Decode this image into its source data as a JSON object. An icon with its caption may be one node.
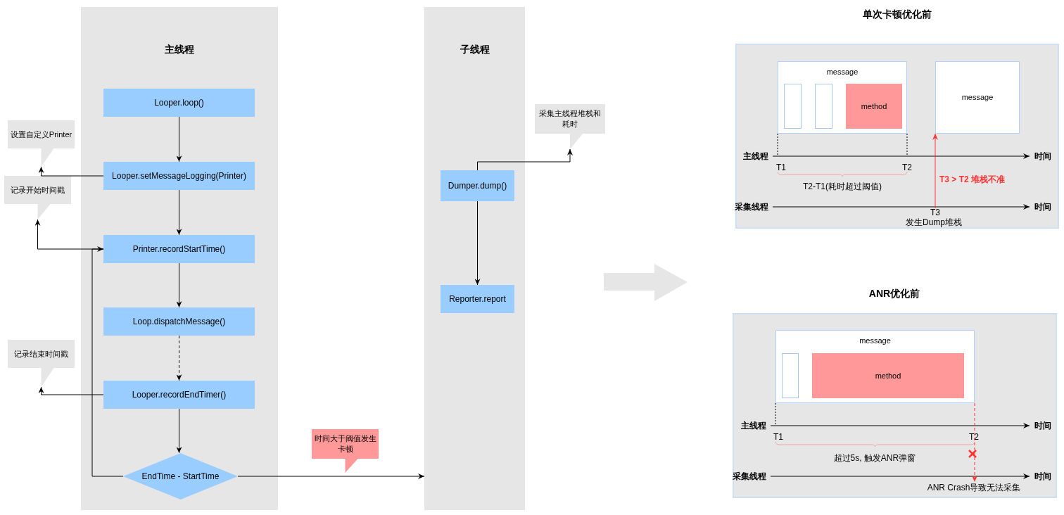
{
  "diagram": {
    "nodes": [
      {
        "text": [
          "主线程"
        ]
      },
      {
        "text": [
          "Looper.loop()"
        ],
        "in": 0
      },
      {
        "text": [
          "Looper.setMessageLogging(Printer)"
        ],
        "in": 0
      },
      {
        "text": [
          "Printer.recordStartTime()"
        ],
        "in": 0
      },
      {
        "text": [
          "Loop.dispatchMessage()"
        ],
        "in": 0
      },
      {
        "text": [
          "Looper.recordEndTimer()"
        ],
        "in": 0
      },
      {
        "text": [
          "EndTime - StartTime"
        ],
        "in": 0
      },
      {
        "text": [
          "子线程"
        ]
      },
      {
        "text": [
          "Dumper.dump()"
        ],
        "in": 7
      },
      {
        "text": [
          "Reporter.report"
        ],
        "in": 7
      },
      {
        "text": [
          "设置自定义Printer"
        ]
      },
      {
        "text": [
          "记录开始时间戳"
        ]
      },
      {
        "text": [
          "记录结束时间戳"
        ]
      },
      {
        "text": [
          "采集主线程堆栈和耗时"
        ]
      },
      {
        "text": [
          "时间大于阈值发生卡顿"
        ]
      },
      {
        "text": [
          "单次卡顿优化前"
        ]
      },
      {
        "text": [
          "message"
        ],
        "in": 15
      },
      {
        "text": [],
        "shape": "box",
        "in": 16
      },
      {
        "text": [],
        "shape": "box",
        "in": 16
      },
      {
        "text": [
          "method"
        ],
        "in": 16
      },
      {
        "text": [
          "message"
        ],
        "in": 15
      },
      {
        "text": [
          "ANR优化前"
        ]
      },
      {
        "text": [
          "message"
        ],
        "in": 21
      },
      {
        "text": [],
        "shape": "box",
        "in": 22
      },
      {
        "text": [
          "method"
        ],
        "in": 22
      },
      {
        "text": [
          "T3"
        ],
        "in": 15
      },
      {
        "text": [
          "ANR Crash导致无法采集"
        ],
        "in": 21
      }
    ],
    "edges": [
      {
        "from": 1,
        "to": 2,
        "arrow": "to"
      },
      {
        "from": 2,
        "to": 3,
        "arrow": "to"
      },
      {
        "from": 3,
        "to": 4,
        "arrow": "to"
      },
      {
        "from": 4,
        "to": 5,
        "arrow": "to",
        "style": "dashed"
      },
      {
        "from": 5,
        "to": 6,
        "arrow": "to"
      },
      {
        "from": 6,
        "to": 3,
        "arrow": "to"
      },
      {
        "from": 6,
        "to": 7,
        "arrow": "to"
      },
      {
        "from": 8,
        "to": 9,
        "arrow": "to"
      },
      {
        "from": 2,
        "to": 10,
        "arrow": "to"
      },
      {
        "from": 3,
        "to": 11,
        "arrow": "to"
      },
      {
        "from": 5,
        "to": 12,
        "arrow": "to"
      },
      {
        "from": 8,
        "to": 13,
        "arrow": "to"
      },
      {
        "from": 25,
        "to": 20,
        "arrow": "to",
        "color": "#ff3333",
        "label": "T3 > T2 堆栈不准"
      },
      {
        "from": 22,
        "to": 26,
        "arrow": "to",
        "style": "dashed",
        "color": "#ff3333"
      }
    ],
    "labels": [
      "主线程",
      "时间",
      "T1",
      "T2",
      "T2-T1(耗时超过阈值)",
      "采集线程",
      "时间",
      "发生Dump堆栈",
      "主线程",
      "时间",
      "T1",
      "T2",
      "超过5s, 触发ANR弹窗",
      "采集线程",
      "时间"
    ]
  }
}
